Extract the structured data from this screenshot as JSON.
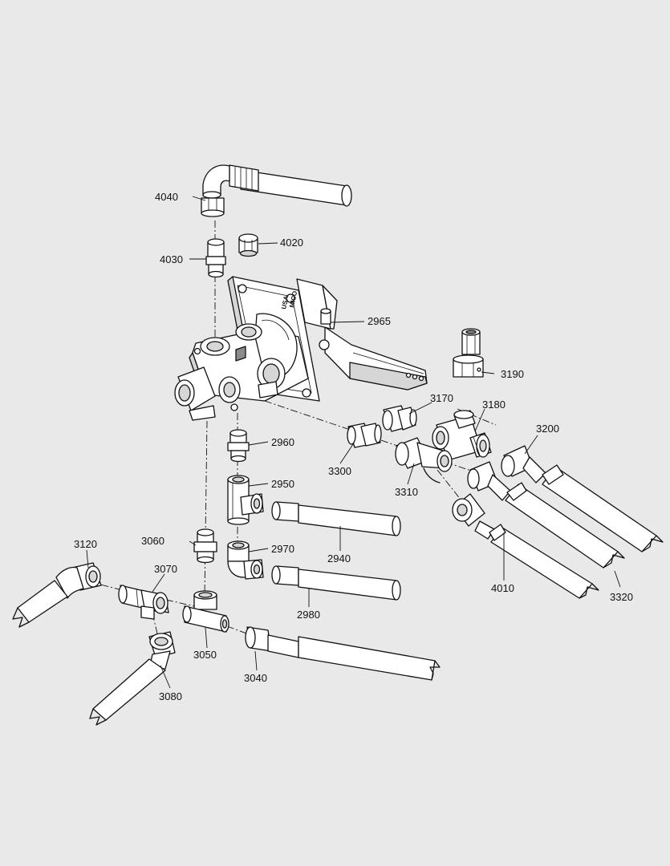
{
  "diagram": {
    "part_numbers": {
      "p4040": "4040",
      "p4020": "4020",
      "p4030": "4030",
      "p2965": "2965",
      "p3190": "3190",
      "p3170": "3170",
      "p3180": "3180",
      "p3200": "3200",
      "p2960": "2960",
      "p3300": "3300",
      "p3310": "3310",
      "p2950": "2950",
      "p3060": "3060",
      "p3120": "3120",
      "p2970": "2970",
      "p2940": "2940",
      "p3070": "3070",
      "p4010": "4010",
      "p3320": "3320",
      "p2980": "2980",
      "p3050": "3050",
      "p3040": "3040",
      "p3080": "3080"
    },
    "valve_markings": {
      "brand": "MICO",
      "origin": "USA"
    }
  },
  "colors": {
    "background": "#e9e9e9",
    "line": "#111111",
    "part_fill": "#ffffff",
    "shade": "#d6d6d6"
  }
}
